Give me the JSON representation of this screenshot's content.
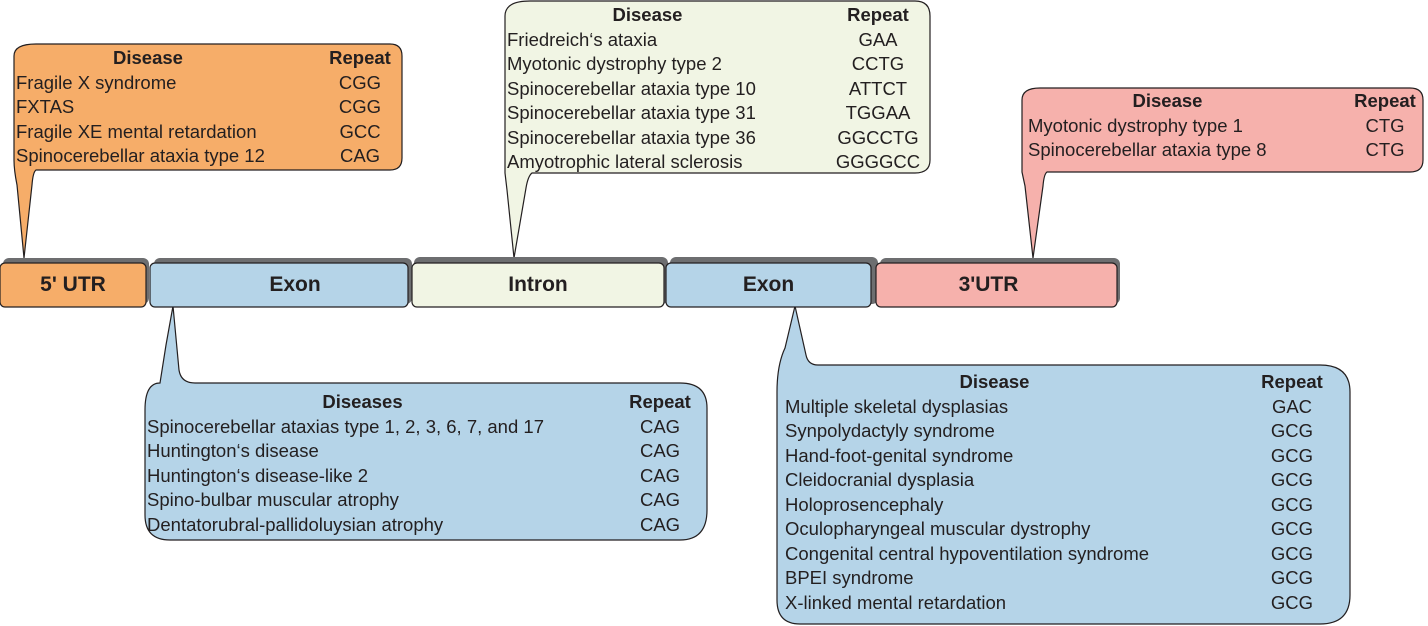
{
  "colors": {
    "utr5": "#f6ad69",
    "exon": "#b5d4e8",
    "intron": "#f1f5e4",
    "utr3": "#f6b1ac",
    "shadow": "#6d6e70",
    "outline": "#231f20"
  },
  "segments": [
    {
      "id": "utr5",
      "label": "5' UTR"
    },
    {
      "id": "exon1",
      "label": "Exon"
    },
    {
      "id": "intron",
      "label": "Intron"
    },
    {
      "id": "exon2",
      "label": "Exon"
    },
    {
      "id": "utr3",
      "label": "3'UTR"
    }
  ],
  "callouts": {
    "utr5": {
      "header": {
        "disease": "Disease",
        "repeat": "Repeat"
      },
      "rows": [
        {
          "disease": "Fragile X syndrome",
          "repeat": "CGG"
        },
        {
          "disease": "FXTAS",
          "repeat": "CGG"
        },
        {
          "disease": "Fragile XE mental retardation",
          "repeat": "GCC"
        },
        {
          "disease": "Spinocerebellar ataxia type 12",
          "repeat": "CAG"
        }
      ]
    },
    "intron": {
      "header": {
        "disease": "Disease",
        "repeat": "Repeat"
      },
      "rows": [
        {
          "disease": "Friedreich‘s ataxia",
          "repeat": "GAA"
        },
        {
          "disease": "Myotonic dystrophy type 2",
          "repeat": "CCTG"
        },
        {
          "disease": "Spinocerebellar ataxia type 10",
          "repeat": "ATTCT"
        },
        {
          "disease": "Spinocerebellar ataxia type 31",
          "repeat": "TGGAA"
        },
        {
          "disease": "Spinocerebellar ataxia type 36",
          "repeat": "GGCCTG"
        },
        {
          "disease": "Amyotrophic lateral sclerosis",
          "repeat": "GGGGCC"
        }
      ]
    },
    "utr3": {
      "header": {
        "disease": "Disease",
        "repeat": "Repeat"
      },
      "rows": [
        {
          "disease": "Myotonic dystrophy type 1",
          "repeat": "CTG"
        },
        {
          "disease": "Spinocerebellar ataxia type 8",
          "repeat": "CTG"
        }
      ]
    },
    "exon1": {
      "header": {
        "disease": "Diseases",
        "repeat": "Repeat"
      },
      "rows": [
        {
          "disease": "Spinocerebellar ataxias type 1, 2, 3, 6, 7, and 17",
          "repeat": "CAG"
        },
        {
          "disease": "Huntington‘s disease",
          "repeat": "CAG"
        },
        {
          "disease": "Huntington‘s disease-like 2",
          "repeat": "CAG"
        },
        {
          "disease": "Spino-bulbar muscular atrophy",
          "repeat": "CAG"
        },
        {
          "disease": "Dentatorubral-pallidoluysian atrophy",
          "repeat": "CAG"
        }
      ]
    },
    "exon2": {
      "header": {
        "disease": "Disease",
        "repeat": "Repeat"
      },
      "rows": [
        {
          "disease": "Multiple skeletal dysplasias",
          "repeat": "GAC"
        },
        {
          "disease": "Synpolydactyly syndrome",
          "repeat": "GCG"
        },
        {
          "disease": "Hand-foot-genital syndrome",
          "repeat": "GCG"
        },
        {
          "disease": "Cleidocranial dysplasia",
          "repeat": "GCG"
        },
        {
          "disease": "Holoprosencephaly",
          "repeat": "GCG"
        },
        {
          "disease": "Oculopharyngeal muscular dystrophy",
          "repeat": "GCG"
        },
        {
          "disease": "Congenital central hypoventilation syndrome",
          "repeat": "GCG"
        },
        {
          "disease": "BPEI syndrome",
          "repeat": "GCG"
        },
        {
          "disease": "X-linked mental retardation",
          "repeat": "GCG"
        }
      ]
    }
  }
}
